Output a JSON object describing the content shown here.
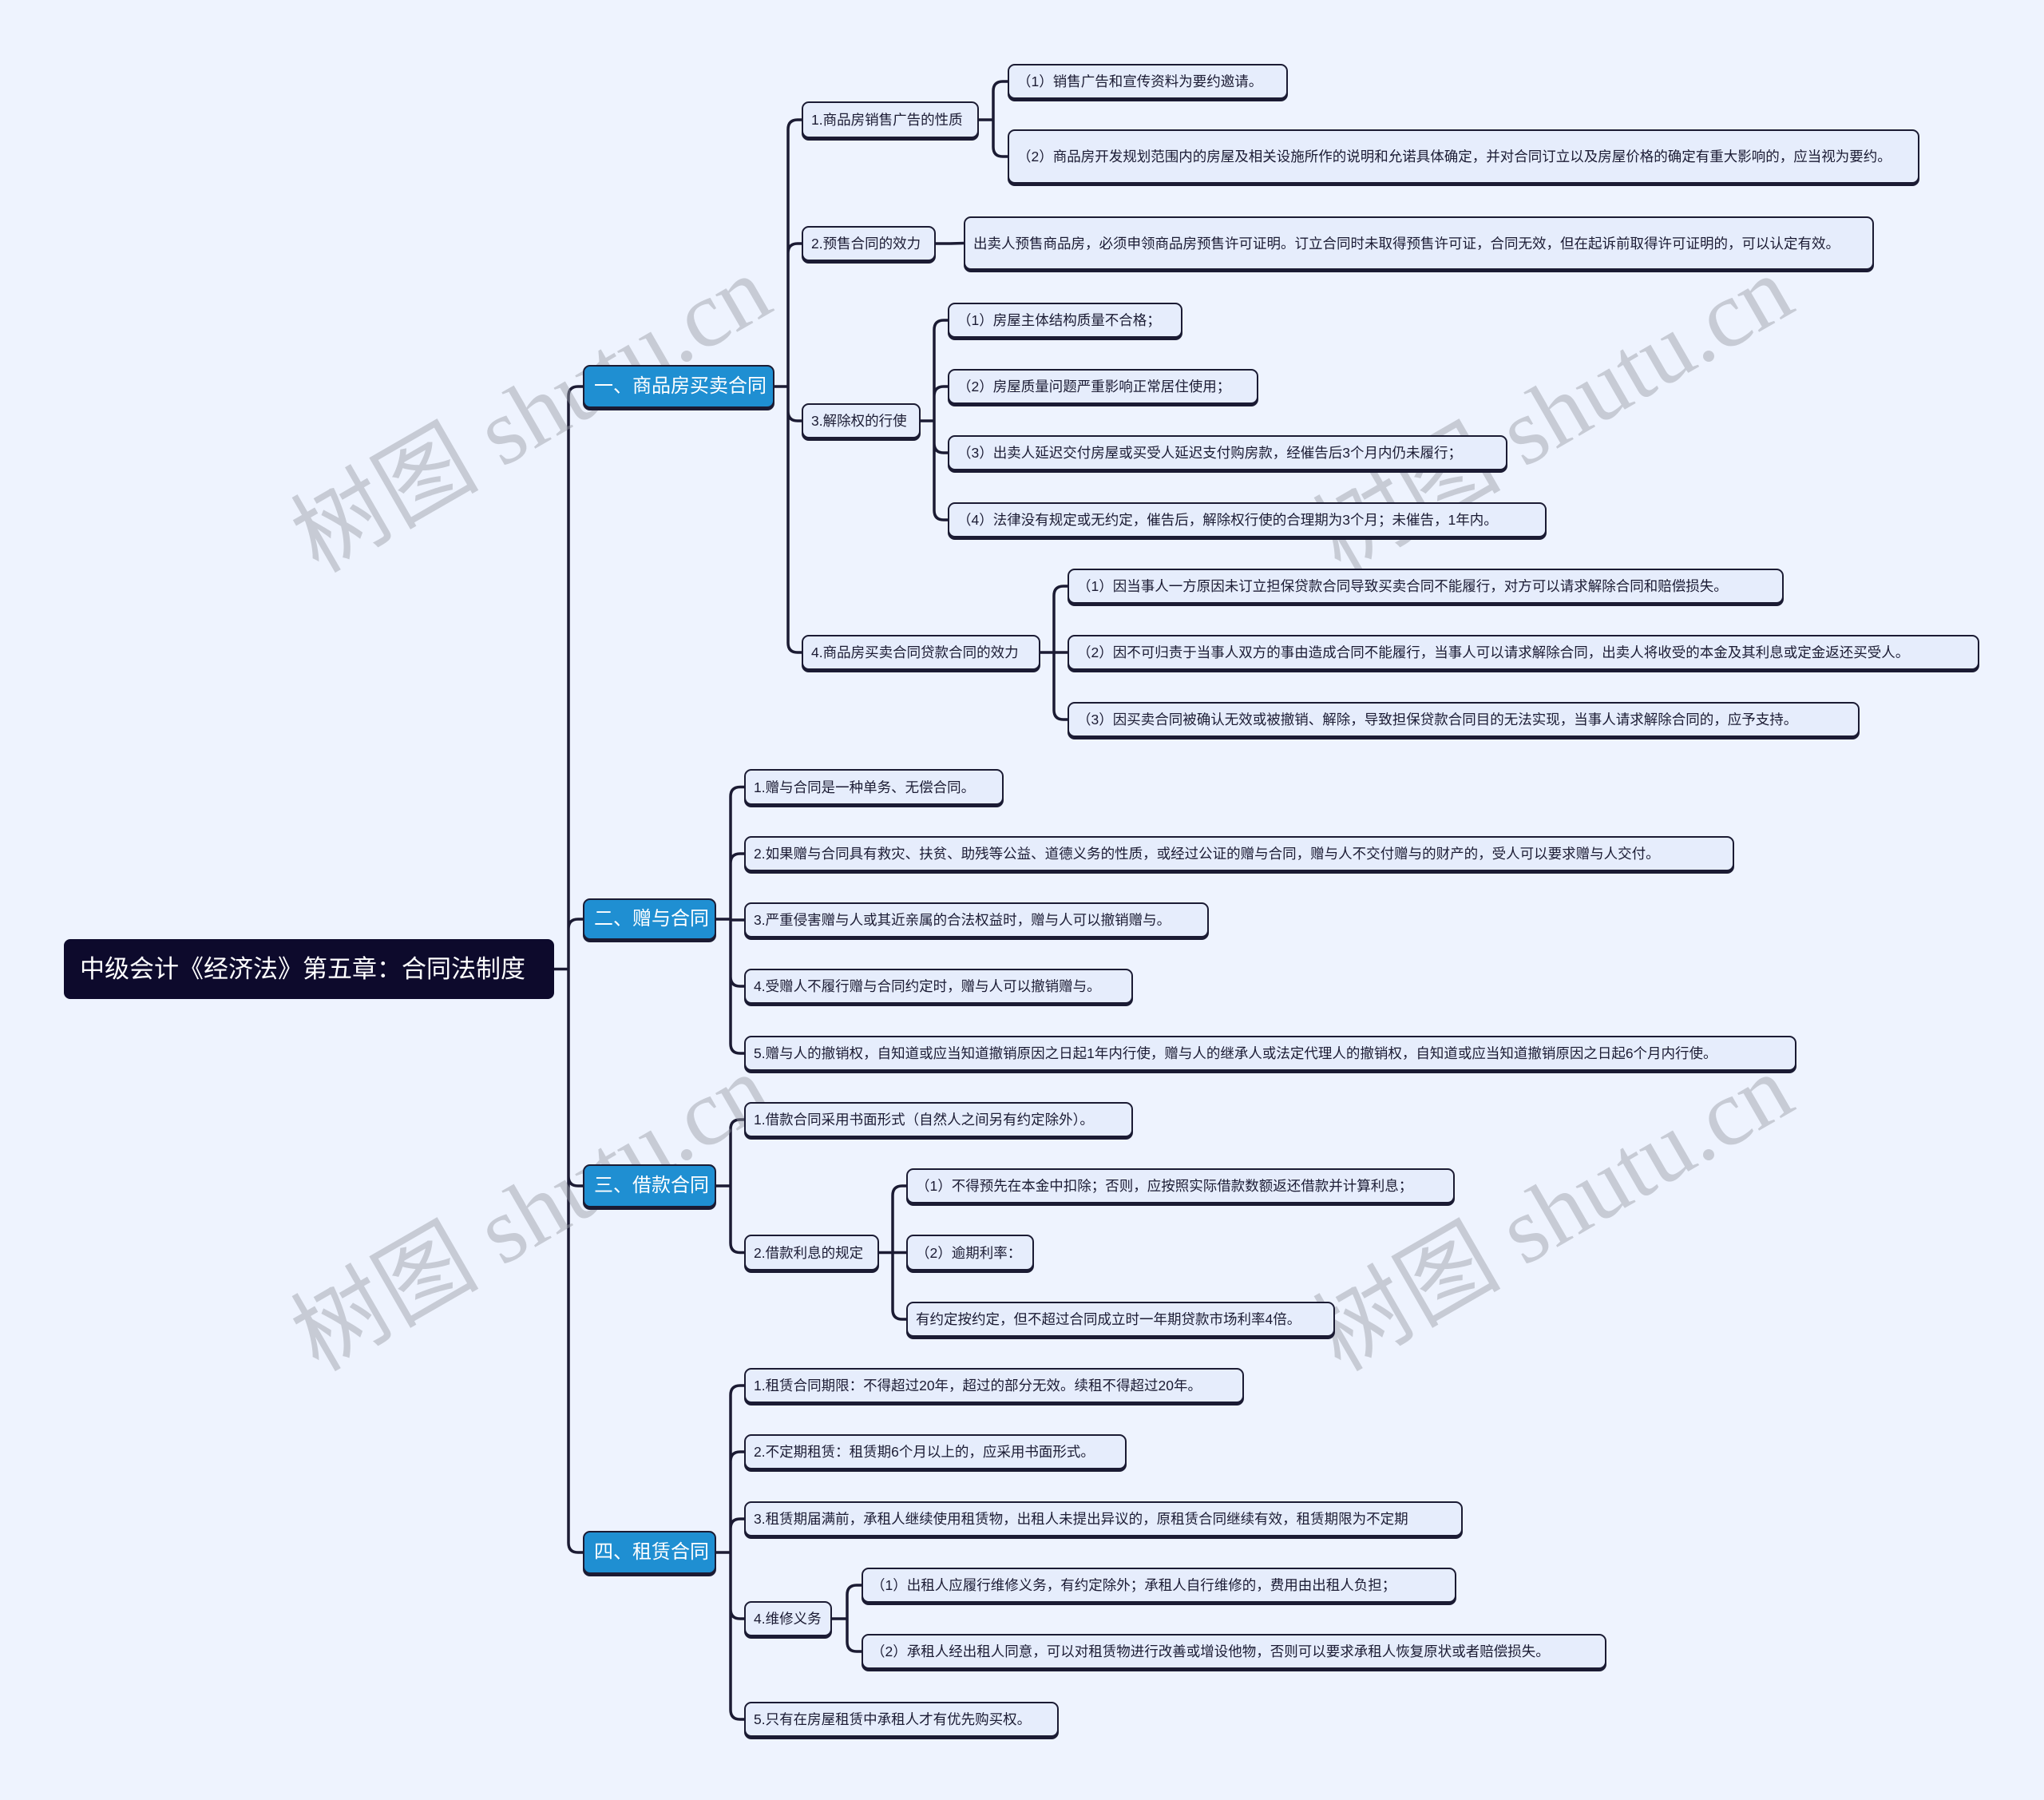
{
  "title": "中级会计《经济法》第五章：合同法制度",
  "watermark": "树图 shutu.cn",
  "colors": {
    "background": "#eef3fe",
    "root": "#0d0a2c",
    "section": "#1f8fd2",
    "node": "#e6edfc",
    "line": "#1b1b33"
  },
  "sections": [
    {
      "label": "一、商品房买卖合同",
      "items": [
        {
          "text": "1.商品房销售广告的性质",
          "children": [
            "（1）销售广告和宣传资料为要约邀请。",
            "（2）商品房开发规划范围内的房屋及相关设施所作的说明和允诺具体确定，并对合同订立以及房屋价格的确定有重大影响的，应当视为要约。"
          ]
        },
        {
          "text": "2.预售合同的效力",
          "children": [
            "出卖人预售商品房，必须申领商品房预售许可证明。订立合同时未取得预售许可证，合同无效，但在起诉前取得许可证明的，可以认定有效。"
          ]
        },
        {
          "text": "3.解除权的行使",
          "children": [
            "（1）房屋主体结构质量不合格；",
            "（2）房屋质量问题严重影响正常居住使用；",
            "（3）出卖人延迟交付房屋或买受人延迟支付购房款，经催告后3个月内仍未履行；",
            "（4）法律没有规定或无约定，催告后，解除权行使的合理期为3个月；未催告，1年内。"
          ]
        },
        {
          "text": "4.商品房买卖合同贷款合同的效力",
          "children": [
            "（1）因当事人一方原因未订立担保贷款合同导致买卖合同不能履行，对方可以请求解除合同和赔偿损失。",
            "（2）因不可归责于当事人双方的事由造成合同不能履行，当事人可以请求解除合同，出卖人将收受的本金及其利息或定金返还买受人。",
            "（3）因买卖合同被确认无效或被撤销、解除，导致担保贷款合同目的无法实现，当事人请求解除合同的，应予支持。"
          ]
        }
      ]
    },
    {
      "label": "二、赠与合同",
      "items": [
        {
          "text": "1.赠与合同是一种单务、无偿合同。"
        },
        {
          "text": "2.如果赠与合同具有救灾、扶贫、助残等公益、道德义务的性质，或经过公证的赠与合同，赠与人不交付赠与的财产的，受人可以要求赠与人交付。"
        },
        {
          "text": "3.严重侵害赠与人或其近亲属的合法权益时，赠与人可以撤销赠与。"
        },
        {
          "text": "4.受赠人不履行赠与合同约定时，赠与人可以撤销赠与。"
        },
        {
          "text": "5.赠与人的撤销权，自知道或应当知道撤销原因之日起1年内行使，赠与人的继承人或法定代理人的撤销权，自知道或应当知道撤销原因之日起6个月内行使。"
        }
      ]
    },
    {
      "label": "三、借款合同",
      "items": [
        {
          "text": "1.借款合同采用书面形式（自然人之间另有约定除外）。"
        },
        {
          "text": "2.借款利息的规定",
          "children": [
            "（1）不得预先在本金中扣除；否则，应按照实际借款数额返还借款并计算利息；",
            "（2）逾期利率：",
            "有约定按约定，但不超过合同成立时一年期贷款市场利率4倍。"
          ]
        }
      ]
    },
    {
      "label": "四、租赁合同",
      "items": [
        {
          "text": "1.租赁合同期限：不得超过20年，超过的部分无效。续租不得超过20年。"
        },
        {
          "text": "2.不定期租赁：租赁期6个月以上的，应采用书面形式。"
        },
        {
          "text": "3.租赁期届满前，承租人继续使用租赁物，出租人未提出异议的，原租赁合同继续有效，租赁期限为不定期"
        },
        {
          "text": "4.维修义务",
          "children": [
            "（1）出租人应履行维修义务，有约定除外；承租人自行维修的，费用由出租人负担；",
            "（2）承租人经出租人同意，可以对租赁物进行改善或增设他物，否则可以要求承租人恢复原状或者赔偿损失。"
          ]
        },
        {
          "text": "5.只有在房屋租赁中承租人才有优先购买权。"
        }
      ]
    }
  ]
}
